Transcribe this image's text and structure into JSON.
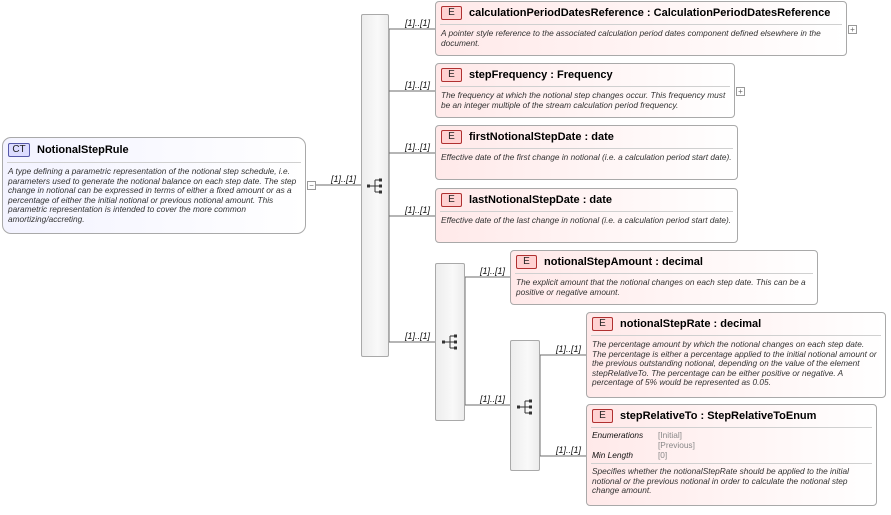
{
  "root": {
    "badge": "CT",
    "name": "NotionalStepRule",
    "doc": "A type defining a parametric representation of the notional step schedule, i.e. parameters used to generate the notional balance on each step date. The step change in notional can be expressed in terms of either a fixed amount or as a percentage of either the initial notional or previous notional amount. This parametric representation is intended to cover the more common amortizing/accreting.",
    "collapse_symbol": "−"
  },
  "element_badge": "E",
  "expand_symbol": "+",
  "cardinalities": {
    "root_seq": "[1]..[1]",
    "calc_ref": "[1]..[1]",
    "step_freq": "[1]..[1]",
    "first_date": "[1]..[1]",
    "last_date": "[1]..[1]",
    "choice": "[1]..[1]",
    "amount": "[1]..[1]",
    "rate_seq": "[1]..[1]",
    "rate": "[1]..[1]",
    "relative": "[1]..[1]"
  },
  "elements": {
    "calc_ref": {
      "name": "calculationPeriodDatesReference",
      "type": "CalculationPeriodDatesReference",
      "doc": "A pointer style reference to the associated calculation period dates component defined elsewhere in the document."
    },
    "step_freq": {
      "name": "stepFrequency",
      "type": "Frequency",
      "doc": "The frequency at which the notional step changes occur. This frequency must be an integer multiple of the stream calculation period frequency."
    },
    "first_date": {
      "name": "firstNotionalStepDate",
      "type": "date",
      "doc": "Effective date of the first change in notional (i.e. a calculation period start date)."
    },
    "last_date": {
      "name": "lastNotionalStepDate",
      "type": "date",
      "doc": "Effective date of the last change in notional (i.e. a calculation period start date)."
    },
    "amount": {
      "name": "notionalStepAmount",
      "type": "decimal",
      "doc": "The explicit amount that the notional changes on each step date. This can be a positive or negative amount."
    },
    "rate": {
      "name": "notionalStepRate",
      "type": "decimal",
      "doc": "The percentage amount by which the notional changes on each step date. The percentage is either a percentage applied to the initial notional amount or the previous outstanding notional, depending on the value of the element stepRelativeTo. The percentage can be either positive or negative. A percentage of 5% would be represented as 0.05."
    },
    "relative": {
      "name": "stepRelativeTo",
      "type": "StepRelativeToEnum",
      "enumerations_label": "Enumerations",
      "enum1": "[Initial]",
      "enum2": "[Previous]",
      "min_length_label": "Min Length",
      "min_length": "[0]",
      "doc": "Specifies whether the notionalStepRate should be applied to the initial notional or the previous notional in order to calculate the notional step change amount."
    }
  },
  "colors": {
    "wire": "#6b6b6b",
    "element_border": "#b03030",
    "element_fill": "#ffe9e9",
    "complex_type_fill": "#f3f3ff"
  }
}
